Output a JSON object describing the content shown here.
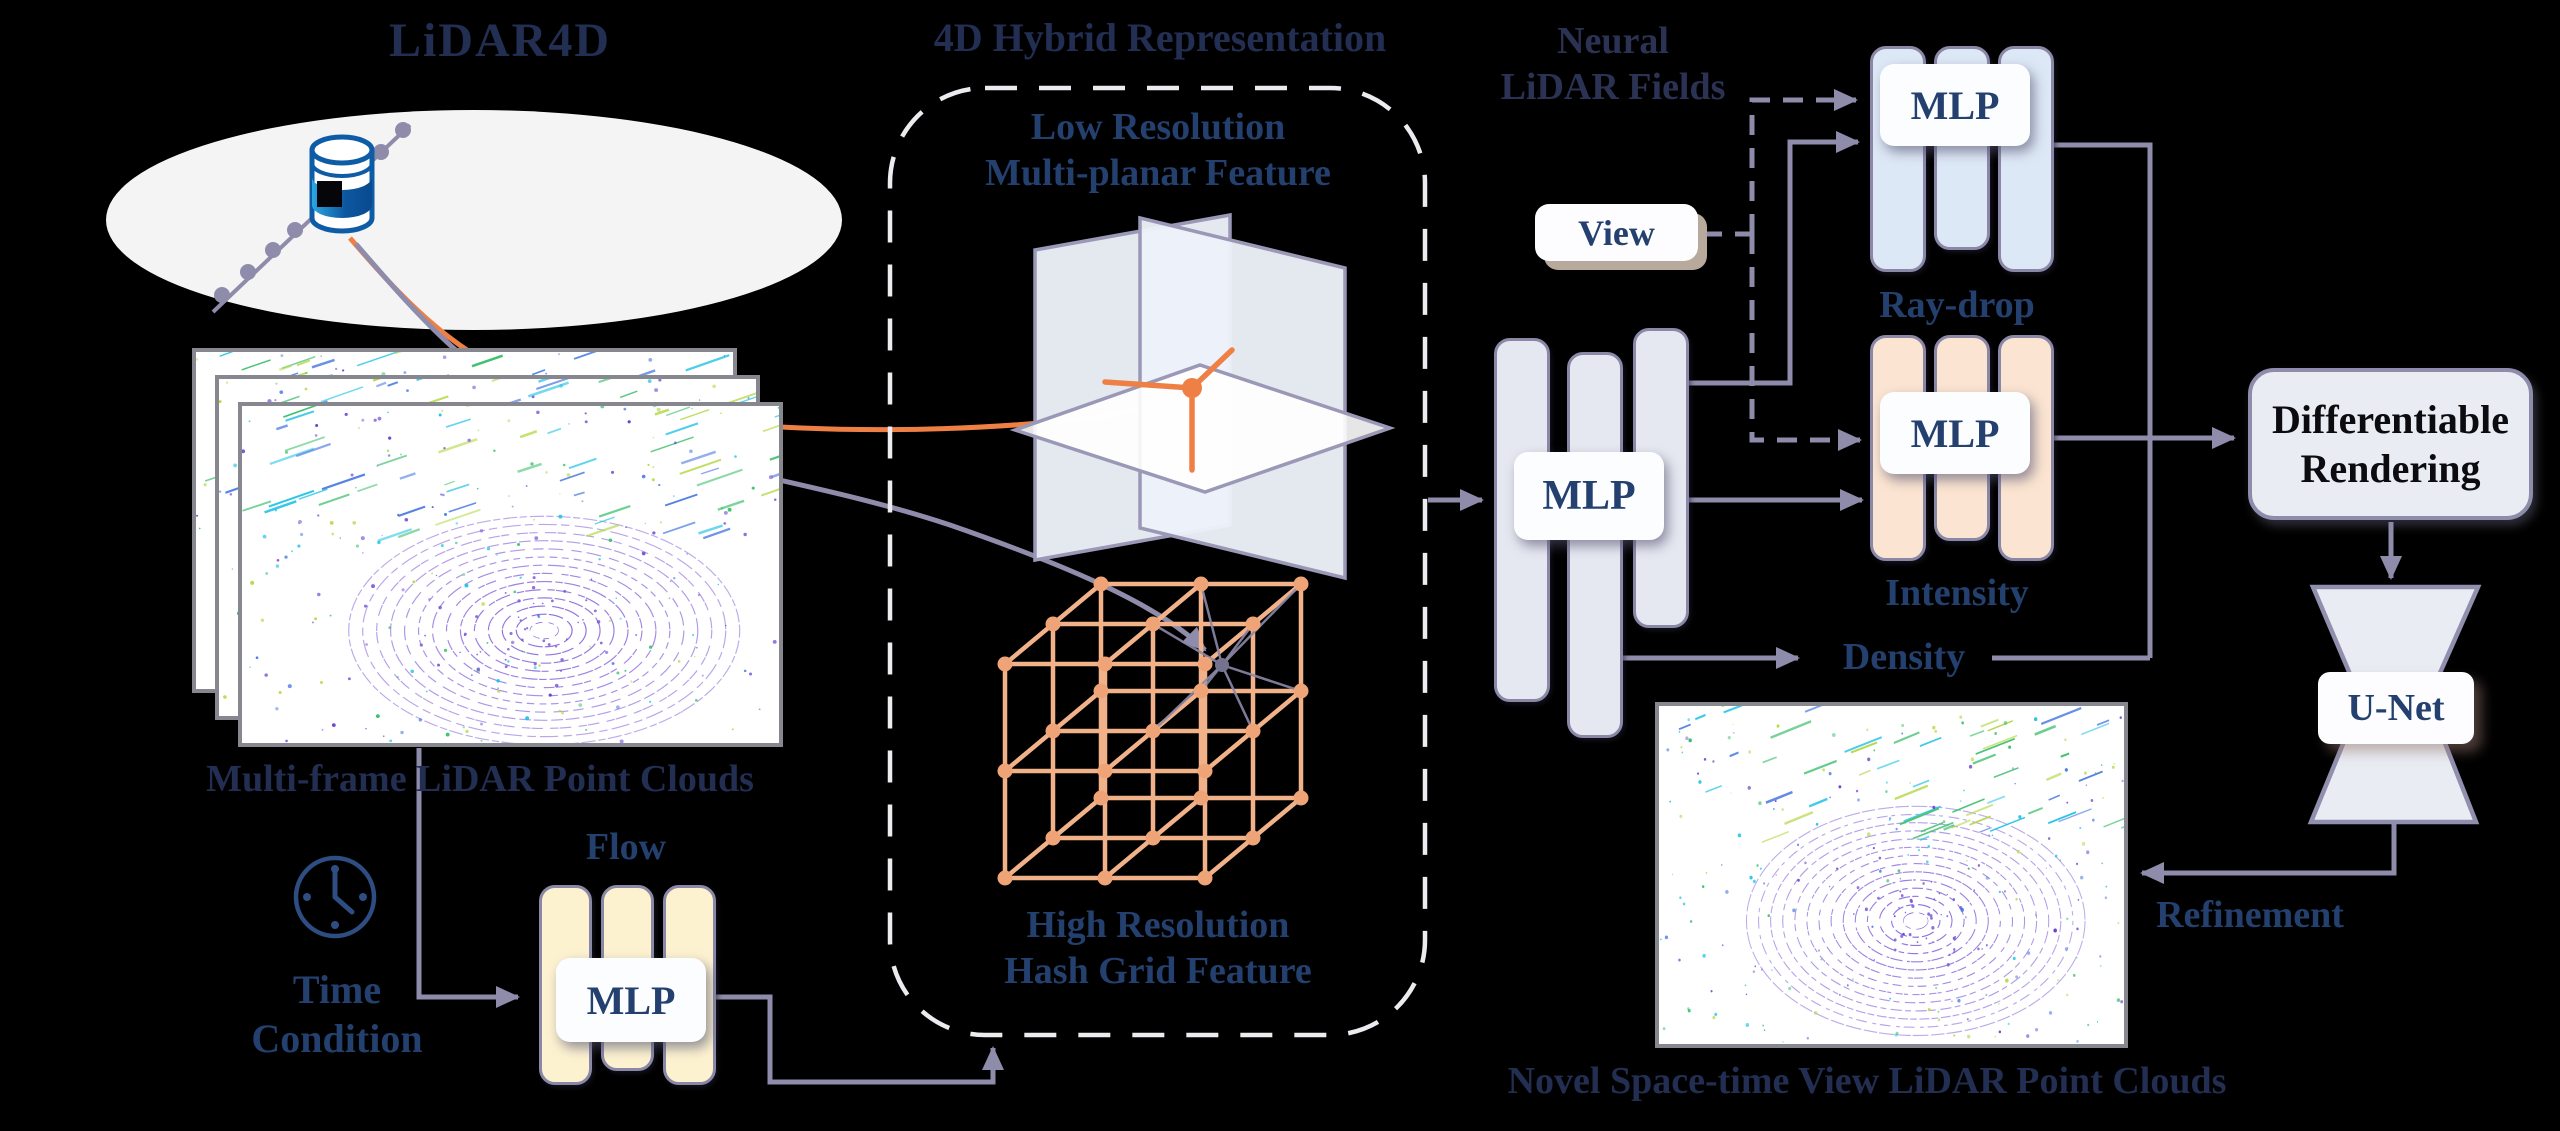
{
  "header": {
    "title": "LiDAR4D"
  },
  "hybrid": {
    "title": "4D Hybrid Representation",
    "low_line1": "Low Resolution",
    "low_line2": "Multi-planar Feature",
    "high_line1": "High Resolution",
    "high_line2": "Hash Grid Feature"
  },
  "inputs": {
    "multiframe_caption": "Multi-frame LiDAR Point Clouds",
    "time_line1": "Time",
    "time_line2": "Condition",
    "flow_label": "Flow",
    "flow_mlp": "MLP"
  },
  "fields": {
    "title_line1": "Neural",
    "title_line2": "LiDAR Fields",
    "view": "View",
    "main_mlp": "MLP",
    "raydrop_mlp": "MLP",
    "intensity_mlp": "MLP",
    "raydrop": "Ray-drop",
    "intensity": "Intensity",
    "density": "Density"
  },
  "rendering": {
    "diff_line1": "Differentiable",
    "diff_line2": "Rendering",
    "unet": "U-Net",
    "refinement": "Refinement"
  },
  "output": {
    "caption": "Novel Space-time View LiDAR Point Clouds"
  },
  "colors": {
    "background": "#000000",
    "navy_label": "#24406f",
    "dark_title": "#222e52",
    "connector_gray": "#8e8caa",
    "accent_orange": "#ee8045",
    "hash_grid_orange": "#f2b289",
    "bar_gray": "#e5e8f0",
    "bar_blue": "#dde8f6",
    "bar_peach": "#fbe4d1",
    "bar_cream": "#fdf2d0",
    "sensor_blue": "#0e5ca6",
    "dashed_box": "#ececf0"
  }
}
